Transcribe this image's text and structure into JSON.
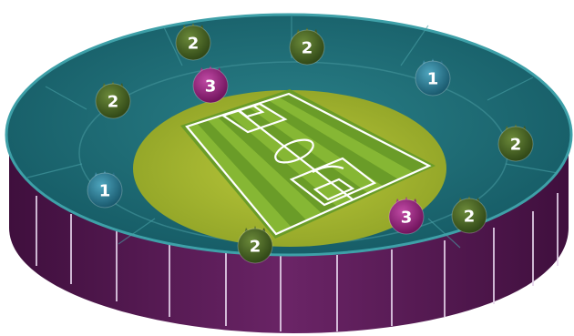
{
  "colors": {
    "teal_top": "#1e6e78",
    "teal_edge": "#2a8a93",
    "purple_wall": "#5a1b57",
    "pitch_oval": "#a8b832",
    "pitch_light": "#7fae2c",
    "pitch_dark": "#5f9224",
    "badge_green": "#3d5a1e",
    "badge_teal": "#1f6f86",
    "badge_purple": "#8a1a72"
  },
  "badges": [
    {
      "id": "b1",
      "label": "2",
      "style": "green"
    },
    {
      "id": "b2",
      "label": "2",
      "style": "green"
    },
    {
      "id": "b3",
      "label": "3",
      "style": "purple"
    },
    {
      "id": "b4",
      "label": "1",
      "style": "teal"
    },
    {
      "id": "b5",
      "label": "2",
      "style": "green"
    },
    {
      "id": "b6",
      "label": "2",
      "style": "green"
    },
    {
      "id": "b7",
      "label": "1",
      "style": "teal"
    },
    {
      "id": "b8",
      "label": "3",
      "style": "purple"
    },
    {
      "id": "b9",
      "label": "2",
      "style": "green"
    },
    {
      "id": "b10",
      "label": "2",
      "style": "green"
    }
  ]
}
